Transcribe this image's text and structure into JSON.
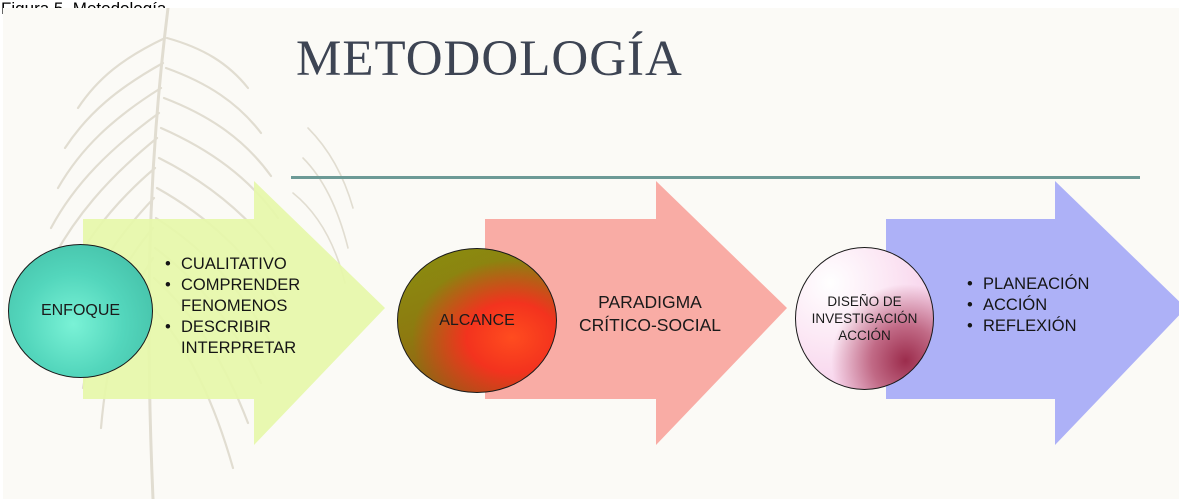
{
  "caption": "Figura 5. Metodología",
  "title": "METODOLOGÍA",
  "stages": [
    {
      "circle_label": "ENFOQUE",
      "items": [
        "CUALITATIVO",
        "COMPRENDER FENOMENOS",
        "DESCRIBIR INTERPRETAR"
      ]
    },
    {
      "circle_label": "ALCANCE",
      "text": "PARADIGMA CRÍTICO-SOCIAL"
    },
    {
      "circle_label": "DISEÑO DE INVESTIGACIÓN ACCIÓN",
      "items": [
        "PLANEACIÓN",
        "ACCIÓN",
        "REFLEXIÓN"
      ]
    }
  ],
  "colors": {
    "background": "#fbfaf6",
    "title": "#3d4453",
    "rule": "#6c9a96",
    "arrow_1": "#e6f7a9",
    "arrow_2": "#f9a8a0",
    "arrow_3": "#a9adf7",
    "circle_1": "#53d6bc",
    "circle_2": "#8d7a10",
    "circle_3": "#f4c2e4"
  }
}
